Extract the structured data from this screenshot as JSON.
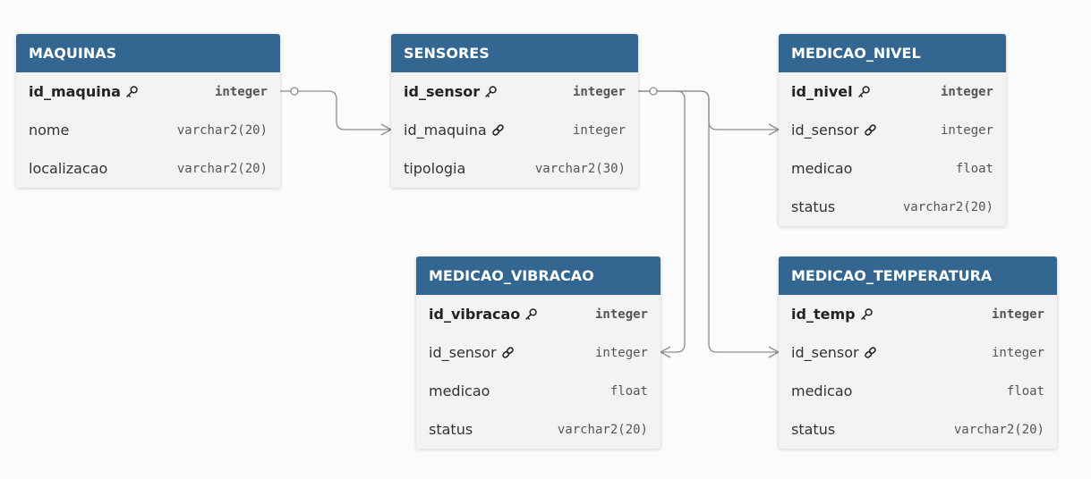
{
  "tables": {
    "maquinas": {
      "name": "MAQUINAS",
      "columns": [
        {
          "name": "id_maquina",
          "type": "integer",
          "key": "primary"
        },
        {
          "name": "nome",
          "type": "varchar2(20)",
          "key": "none"
        },
        {
          "name": "localizacao",
          "type": "varchar2(20)",
          "key": "none"
        }
      ]
    },
    "sensores": {
      "name": "SENSORES",
      "columns": [
        {
          "name": "id_sensor",
          "type": "integer",
          "key": "primary"
        },
        {
          "name": "id_maquina",
          "type": "integer",
          "key": "foreign"
        },
        {
          "name": "tipologia",
          "type": "varchar2(30)",
          "key": "none"
        }
      ]
    },
    "medicao_nivel": {
      "name": "MEDICAO_NIVEL",
      "columns": [
        {
          "name": "id_nivel",
          "type": "integer",
          "key": "primary"
        },
        {
          "name": "id_sensor",
          "type": "integer",
          "key": "foreign"
        },
        {
          "name": "medicao",
          "type": "float",
          "key": "none"
        },
        {
          "name": "status",
          "type": "varchar2(20)",
          "key": "none"
        }
      ]
    },
    "medicao_vibracao": {
      "name": "MEDICAO_VIBRACAO",
      "columns": [
        {
          "name": "id_vibracao",
          "type": "integer",
          "key": "primary"
        },
        {
          "name": "id_sensor",
          "type": "integer",
          "key": "foreign"
        },
        {
          "name": "medicao",
          "type": "float",
          "key": "none"
        },
        {
          "name": "status",
          "type": "varchar2(20)",
          "key": "none"
        }
      ]
    },
    "medicao_temperatura": {
      "name": "MEDICAO_TEMPERATURA",
      "columns": [
        {
          "name": "id_temp",
          "type": "integer",
          "key": "primary"
        },
        {
          "name": "id_sensor",
          "type": "integer",
          "key": "foreign"
        },
        {
          "name": "medicao",
          "type": "float",
          "key": "none"
        },
        {
          "name": "status",
          "type": "varchar2(20)",
          "key": "none"
        }
      ]
    }
  },
  "relationships": [
    {
      "from": "maquinas.id_maquina",
      "to": "sensores.id_maquina",
      "cardinality": "one-to-many"
    },
    {
      "from": "sensores.id_sensor",
      "to": "medicao_nivel.id_sensor",
      "cardinality": "one-to-many"
    },
    {
      "from": "sensores.id_sensor",
      "to": "medicao_vibracao.id_sensor",
      "cardinality": "one-to-many"
    },
    {
      "from": "sensores.id_sensor",
      "to": "medicao_temperatura.id_sensor",
      "cardinality": "one-to-many"
    }
  ],
  "colors": {
    "header": "#336791",
    "header_text": "#ffffff",
    "table_body": "#f3f3f3",
    "connector": "#8c8c96",
    "background": "#fbfbfb"
  },
  "icons": {
    "primary": "key-icon",
    "foreign": "link-icon"
  }
}
